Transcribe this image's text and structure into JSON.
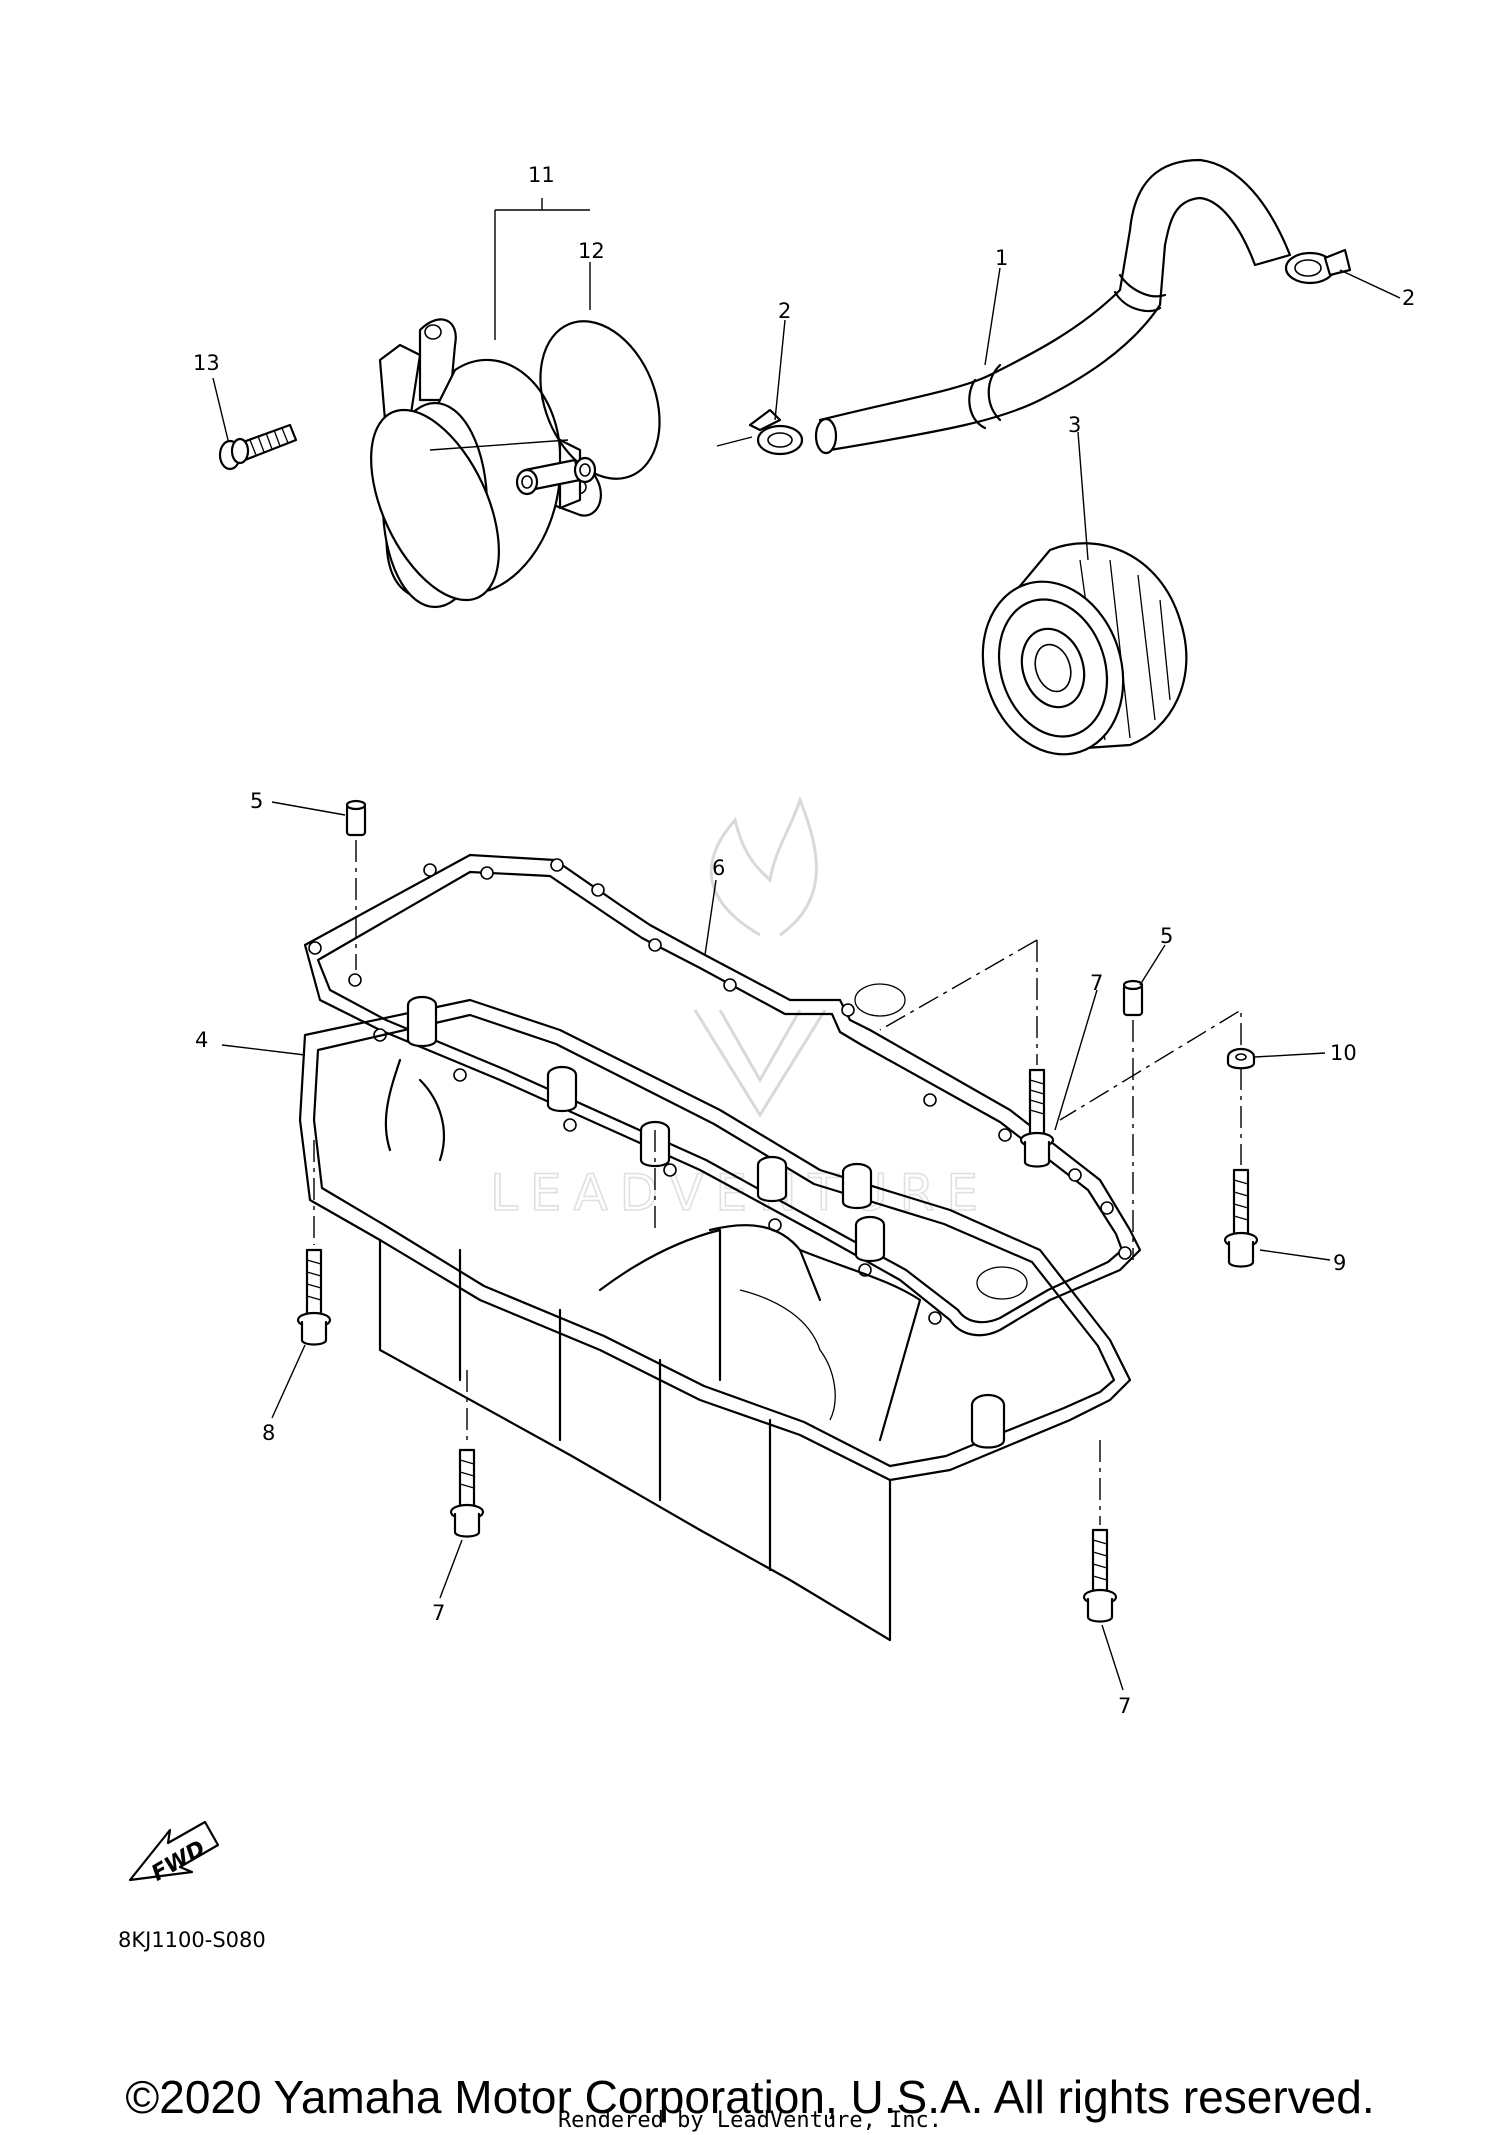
{
  "diagram": {
    "watermark_text": "LEADVENTURE",
    "fwd_label": "FWD",
    "code": "8KJ1100-S080",
    "callouts": [
      {
        "id": "c1",
        "text": "1"
      },
      {
        "id": "c2a",
        "text": "2"
      },
      {
        "id": "c2b",
        "text": "2"
      },
      {
        "id": "c3",
        "text": "3"
      },
      {
        "id": "c4",
        "text": "4"
      },
      {
        "id": "c5a",
        "text": "5"
      },
      {
        "id": "c5b",
        "text": "5"
      },
      {
        "id": "c6",
        "text": "6"
      },
      {
        "id": "c7a",
        "text": "7"
      },
      {
        "id": "c7b",
        "text": "7"
      },
      {
        "id": "c7c",
        "text": "7"
      },
      {
        "id": "c8",
        "text": "8"
      },
      {
        "id": "c9",
        "text": "9"
      },
      {
        "id": "c10",
        "text": "10"
      },
      {
        "id": "c11",
        "text": "11"
      },
      {
        "id": "c12",
        "text": "12"
      },
      {
        "id": "c13",
        "text": "13"
      }
    ]
  },
  "footer": {
    "copyright": "©2020 Yamaha Motor Corporation, U.S.A. All rights reserved.",
    "rendered_by": "Rendered by LeadVenture, Inc."
  }
}
